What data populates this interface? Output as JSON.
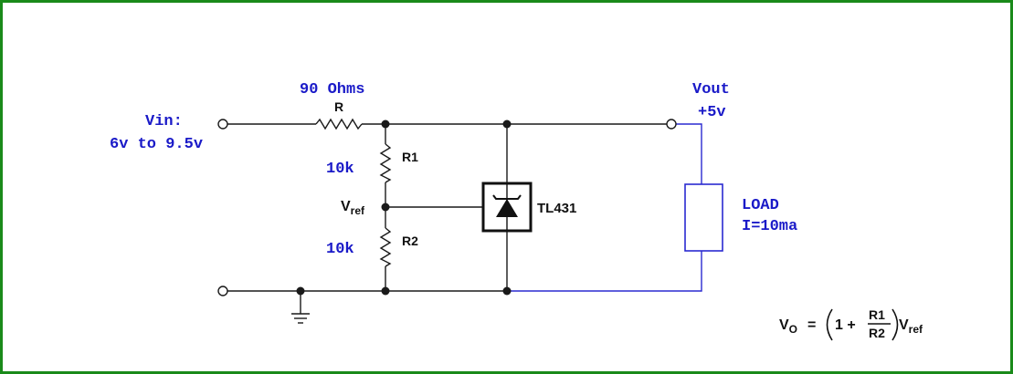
{
  "input": {
    "label": "Vin:",
    "range": "6v to 9.5v"
  },
  "series_resistor": {
    "value": "90 Ohms",
    "name": "R"
  },
  "divider": {
    "r1": {
      "value": "10k",
      "name": "R1"
    },
    "r2": {
      "value": "10k",
      "name": "R2"
    },
    "vref": {
      "main": "V",
      "sub": "ref"
    }
  },
  "regulator": {
    "name": "TL431"
  },
  "output": {
    "label": "Vout",
    "value": "+5v"
  },
  "load": {
    "label": "LOAD",
    "current": "I=10ma"
  },
  "formula": {
    "vo_main": "V",
    "vo_sub": "O",
    "equals": "=",
    "one_plus": "1 +",
    "numerator": "R1",
    "denominator": "R2",
    "vref_main": "V",
    "vref_sub": "ref"
  },
  "colors": {
    "border": "#1a8a1a",
    "label_blue": "#1a1ac8",
    "wire_blue": "#2a2ad0",
    "wire_dark": "#1a1a1a"
  }
}
